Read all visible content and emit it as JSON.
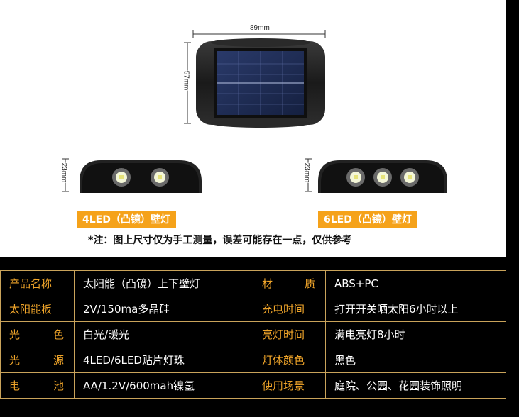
{
  "dimensions": {
    "width": "89mm",
    "height": "57mm",
    "strip_height_4": "23mm",
    "strip_height_6": "23mm"
  },
  "products": [
    {
      "label": "4LED（凸镜）壁灯",
      "led_count": 2
    },
    {
      "label": "6LED（凸镜）壁灯",
      "led_count": 3
    }
  ],
  "note": "*注：图上尺寸仅为手工测量，误差可能存在一点，仅供参考",
  "colors": {
    "accent": "#f5a21a",
    "label": "#f0a52a",
    "border": "#c9a35a"
  },
  "specs": [
    {
      "label_a": "产品名称",
      "value_a": "太阳能（凸镜）上下壁灯",
      "label_b": "材　质",
      "value_b": "ABS+PC"
    },
    {
      "label_a": "太阳能板",
      "value_a": "2V/150ma多晶硅",
      "label_b": "充电时间",
      "value_b": "打开开关晒太阳6小时以上"
    },
    {
      "label_a": "光　色",
      "value_a": "白光/暖光",
      "label_b": "亮灯时间",
      "value_b": "满电亮灯8小时"
    },
    {
      "label_a": "光　源",
      "value_a": "4LED/6LED贴片灯珠",
      "label_b": "灯体颜色",
      "value_b": "黑色"
    },
    {
      "label_a": "电　池",
      "value_a": "AA/1.2V/600mah镍氢",
      "label_b": "使用场景",
      "value_b": "庭院、公园、花园装饰照明"
    }
  ]
}
